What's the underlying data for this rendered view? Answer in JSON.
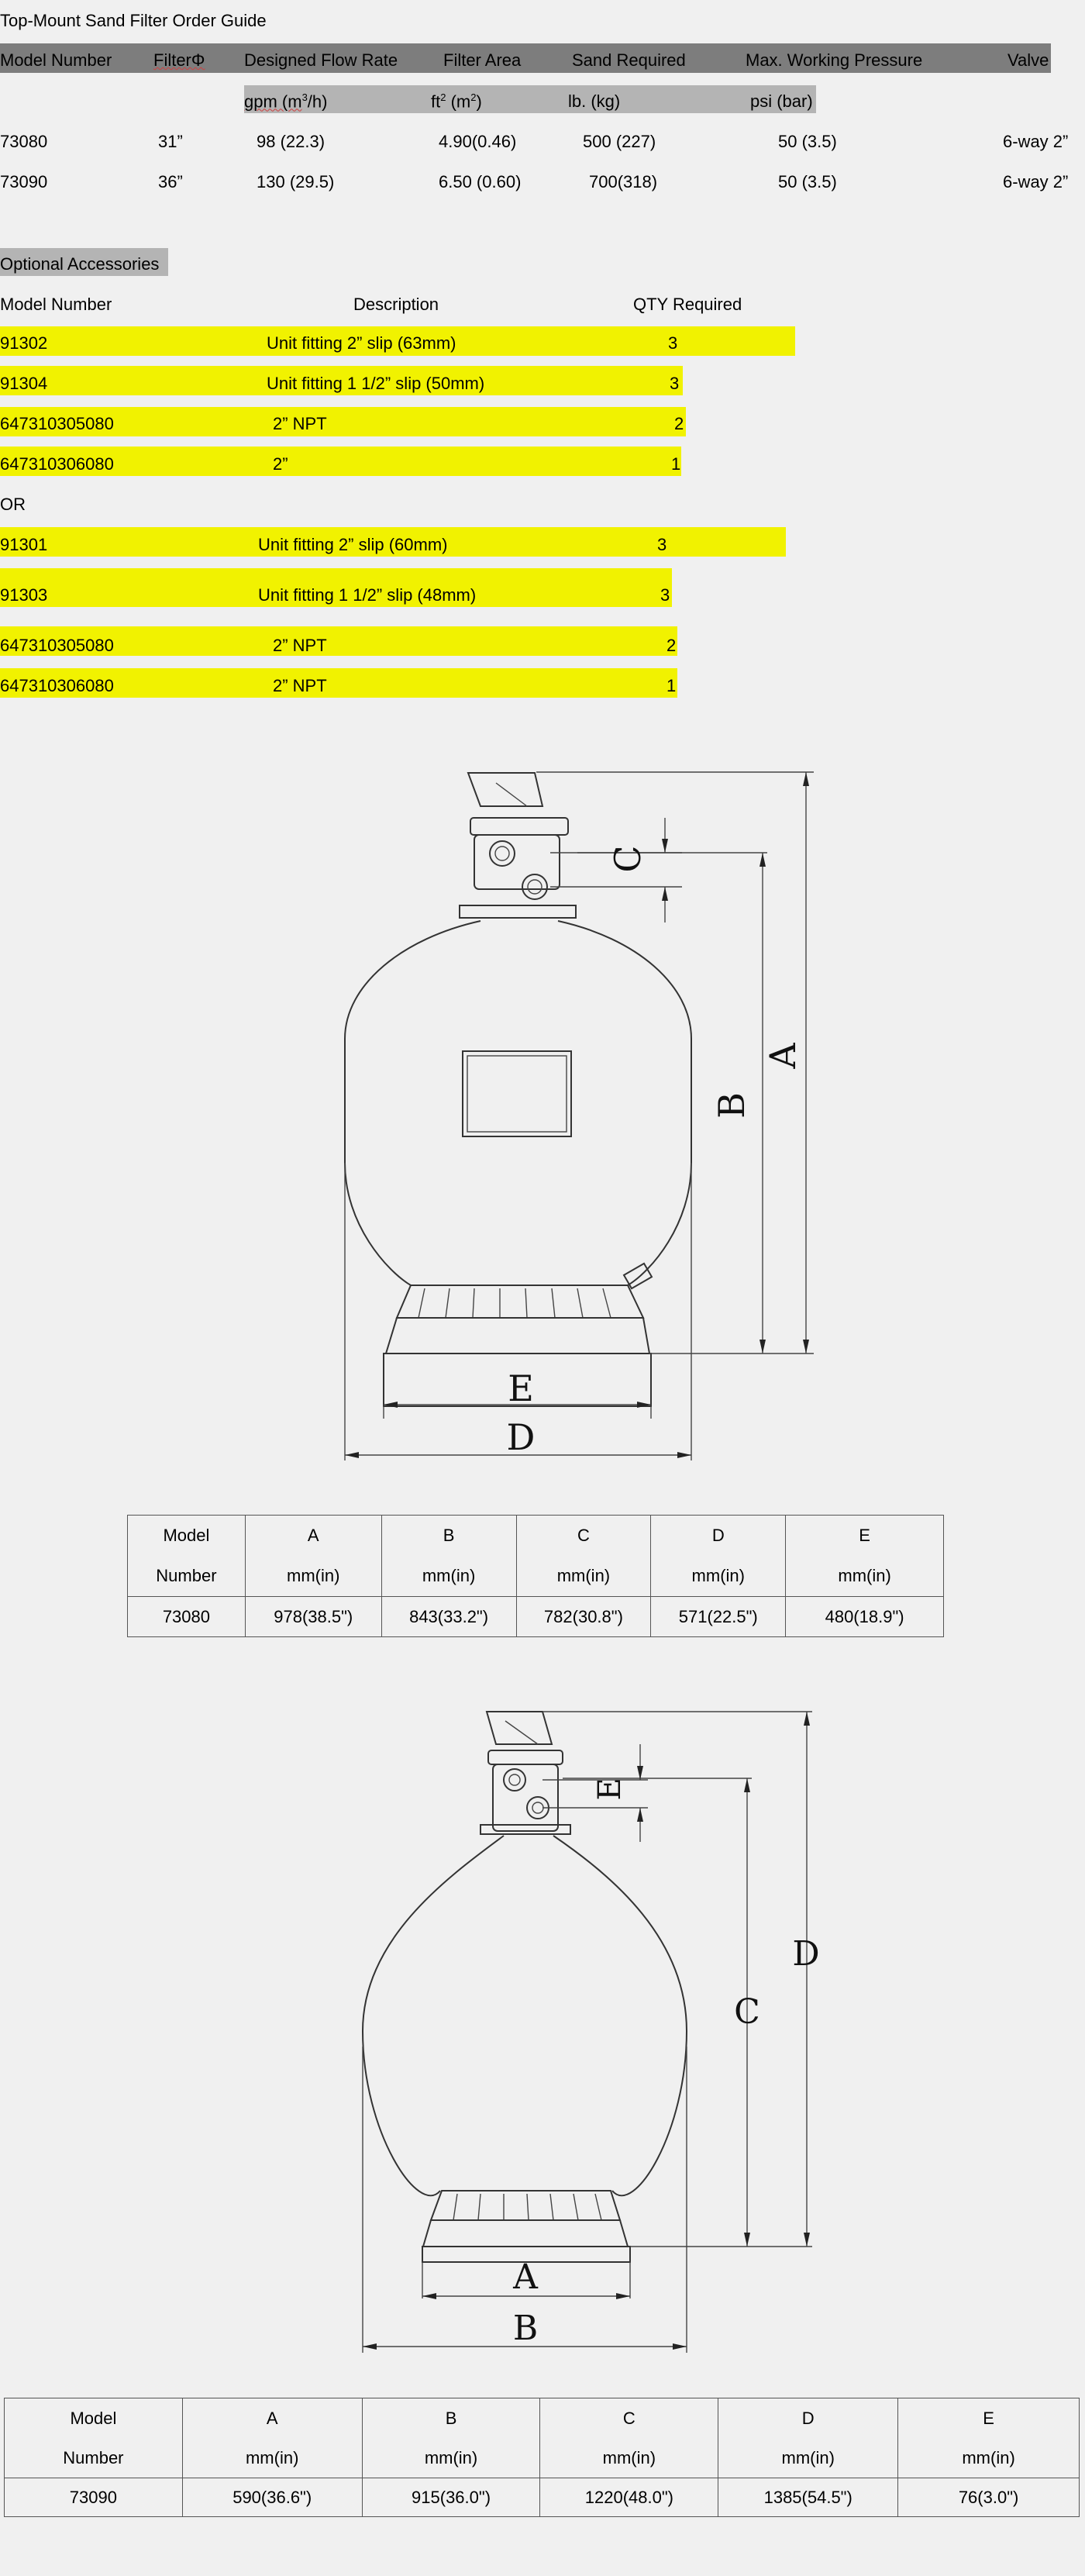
{
  "title": "Top-Mount Sand Filter Order Guide",
  "order_table": {
    "headers": [
      "Model Number",
      "Filter",
      "Designed Flow Rate",
      "Filter Area",
      "Sand Required",
      "Max. Working Pressure",
      "Valve"
    ],
    "filter_symbol": "Φ",
    "units": {
      "flow_prefix": "gpm (m",
      "flow_exp": "3",
      "flow_suffix": "/h)",
      "area_prefix": "ft",
      "area_exp1": "2",
      "area_mid": " (m",
      "area_exp2": "2",
      "area_suffix": ")",
      "sand": "lb. (kg)",
      "pressure": "psi (bar)"
    },
    "rows": [
      [
        "73080",
        "31”",
        "98 (22.3)",
        "4.90(0.46)",
        "500 (227)",
        "50 (3.5)",
        "6-way 2”"
      ],
      [
        "73090",
        "36”",
        "130 (29.5)",
        "6.50 (0.60)",
        "700(318)",
        "50 (3.5)",
        "6-way 2”"
      ]
    ]
  },
  "accessories": {
    "title": "Optional Accessories",
    "headers": [
      "Model Number",
      "Description",
      "QTY Required"
    ],
    "group1": [
      [
        "91302",
        "Unit fitting 2” slip (63mm)",
        "3"
      ],
      [
        "91304",
        "Unit fitting 1 1/2” slip (50mm)",
        "3"
      ],
      [
        "647310305080",
        "2” NPT",
        "2"
      ],
      [
        "647310306080",
        "2”",
        "1"
      ]
    ],
    "or_label": "OR",
    "group2": [
      [
        "91301",
        "Unit fitting 2” slip (60mm)",
        "3"
      ],
      [
        "91303",
        "Unit fitting 1 1/2” slip (48mm)",
        "3"
      ],
      [
        "647310305080",
        "2” NPT",
        "2"
      ],
      [
        "647310306080",
        "2” NPT",
        "1"
      ]
    ]
  },
  "diagram1": {
    "labels": {
      "A": "A",
      "B": "B",
      "C": "C",
      "D": "D",
      "E": "E"
    },
    "table": {
      "header_row1": [
        "Model",
        "A",
        "B",
        "C",
        "D",
        "E"
      ],
      "header_row2": [
        "Number",
        "mm(in)",
        "mm(in)",
        "mm(in)",
        "mm(in)",
        "mm(in)"
      ],
      "row": [
        "73080",
        "978(38.5\")",
        "843(33.2\")",
        "782(30.8\")",
        "571(22.5\")",
        "480(18.9\")"
      ]
    }
  },
  "diagram2": {
    "labels": {
      "A": "A",
      "B": "B",
      "C": "C",
      "D": "D",
      "E": "E"
    },
    "table": {
      "header_row1": [
        "Model",
        "A",
        "B",
        "C",
        "D",
        "E"
      ],
      "header_row2": [
        "Number",
        "mm(in)",
        "mm(in)",
        "mm(in)",
        "mm(in)",
        "mm(in)"
      ],
      "row": [
        "73090",
        "590(36.6\")",
        "915(36.0\")",
        "1220(48.0\")",
        "1385(54.5\")",
        "76(3.0\")"
      ]
    }
  }
}
